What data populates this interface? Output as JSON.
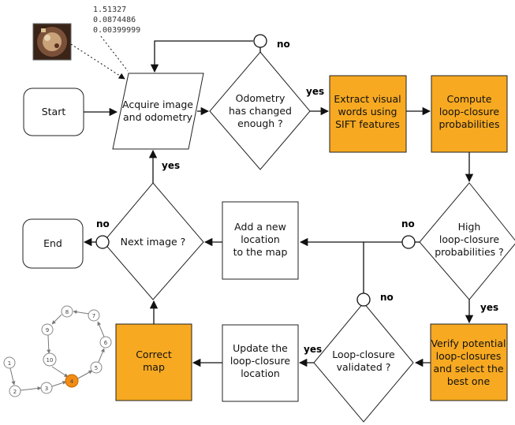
{
  "colors": {
    "accent": "#f7a921",
    "stroke": "#222222"
  },
  "odometry_values": [
    "1.51327",
    "0.0874486",
    "0.00399999"
  ],
  "thumbnail_icon": "camera-image-icon",
  "nodes": {
    "start": [
      "Start"
    ],
    "end": [
      "End"
    ],
    "acquire": [
      "Acquire image",
      "and odometry"
    ],
    "odometry_changed": [
      "Odometry",
      "has changed",
      "enough ?"
    ],
    "extract": [
      "Extract visual",
      "words using",
      "SIFT features"
    ],
    "compute": [
      "Compute",
      "loop-closure",
      "probabilities"
    ],
    "high_prob": [
      "High",
      "loop-closure",
      "probabilities ?"
    ],
    "add_location": [
      "Add a new",
      "location",
      "to the map"
    ],
    "next_image": [
      "Next image ?"
    ],
    "verify": [
      "Verify potential",
      "loop-closures",
      "and select the",
      "best one"
    ],
    "validated": [
      "Loop-closure",
      "validated ?"
    ],
    "update": [
      "Update the",
      "loop-closure",
      "location"
    ],
    "correct": [
      "Correct",
      "map"
    ]
  },
  "branch_labels": {
    "odometry_no": "no",
    "odometry_yes": "yes",
    "high_no": "no",
    "high_yes": "yes",
    "validated_no": "no",
    "validated_yes": "yes",
    "next_no": "no",
    "next_yes": "yes"
  },
  "graph_nodes": [
    "1",
    "2",
    "3",
    "4",
    "5",
    "6",
    "7",
    "8",
    "9",
    "10"
  ]
}
